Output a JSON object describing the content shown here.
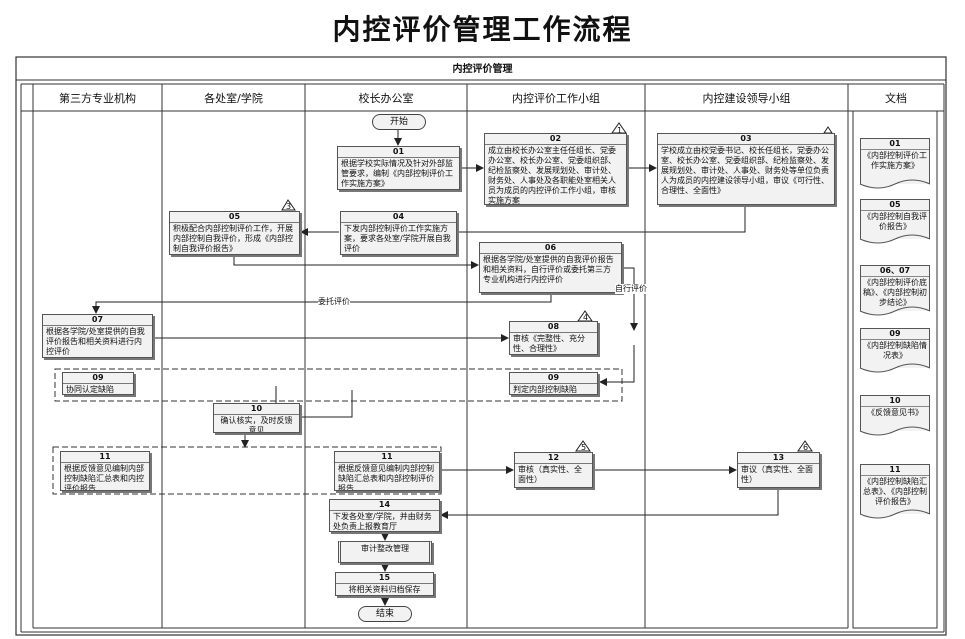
{
  "title": "内控评价管理工作流程",
  "header": "内控评价管理",
  "lanes": [
    "第三方专业机构",
    "各处室/学院",
    "校长办公室",
    "内控评价工作小组",
    "内控建设领导小组",
    "文档"
  ],
  "terminals": {
    "start": "开始",
    "end": "结束"
  },
  "steps": {
    "s01": {
      "num": "01",
      "text": "根据学校实际情况及针对外部监管要求，编制《内部控制评价工作实施方案》"
    },
    "s02": {
      "num": "02",
      "text": "成立由校长办公室主任任组长、党委办公室、校长办公室、党委组织部、纪检监察处、发展规划处、审计处、财务处、人事处及各职能处室相关人员为成员的内控评价工作小组，审核实施方案"
    },
    "s03": {
      "num": "03",
      "text": "学校成立由校党委书记、校长任组长，党委办公室、校长办公室、党委组织部、纪检监察处、发展规划处、审计处、人事处、财务处等单位负责人为成员的内控建设领导小组，审议《可行性、合理性、全面性》"
    },
    "s04": {
      "num": "04",
      "text": "下发内部控制评价工作实施方案，要求各处室/学院开展自我评价"
    },
    "s05": {
      "num": "05",
      "text": "积极配合内部控制评价工作，开展内部控制自我评价，形成《内部控制自我评价报告》"
    },
    "s06": {
      "num": "06",
      "text": "根据各学院/处室提供的自我评价报告和相关资料，自行评价或委托第三方专业机构进行内控评价"
    },
    "s07": {
      "num": "07",
      "text": "根据各学院/处室提供的自我评价报告和相关资料进行内控评价"
    },
    "s08": {
      "num": "08",
      "text": "审核《完整性、充分性、合理性》"
    },
    "s09a": {
      "num": "09",
      "text": "协同认定缺陷"
    },
    "s09b": {
      "num": "09",
      "text": "判定内部控制缺陷"
    },
    "s10": {
      "num": "10",
      "text": "确认核实，及时反馈意见"
    },
    "s11a": {
      "num": "11",
      "text": "根据反馈意见编制内部控制缺陷汇总表和内控评价报告"
    },
    "s11b": {
      "num": "11",
      "text": "根据反馈意见编制内部控制缺陷汇总表和内部控制评价报告"
    },
    "s12": {
      "num": "12",
      "text": "审核（真实性、全面性）"
    },
    "s13": {
      "num": "13",
      "text": "审议（真实性、全面性）"
    },
    "s14": {
      "num": "14",
      "text": "下发各处室/学院，并由财务处负责上报教育厅"
    },
    "s14b": {
      "num": "",
      "text": "审计整改管理"
    },
    "s15": {
      "num": "15",
      "text": "将相关资料归档保存"
    }
  },
  "markers": [
    "1",
    "3",
    "4",
    "5",
    "6"
  ],
  "edge_labels": {
    "entrust": "委托评价",
    "self_eval": "自行评价"
  },
  "documents": [
    {
      "num": "01",
      "text": "《内部控制评价工作实施方案》"
    },
    {
      "num": "05",
      "text": "《内部控制自我评价报告》"
    },
    {
      "num": "06、07",
      "text": "《内部控制评价底稿》、《内部控制初步结论》"
    },
    {
      "num": "09",
      "text": "《内部控制缺陷情况表》"
    },
    {
      "num": "10",
      "text": "《反馈意见书》"
    },
    {
      "num": "11",
      "text": "《内部控制缺陷汇总表》、《内部控制评价报告》"
    }
  ]
}
